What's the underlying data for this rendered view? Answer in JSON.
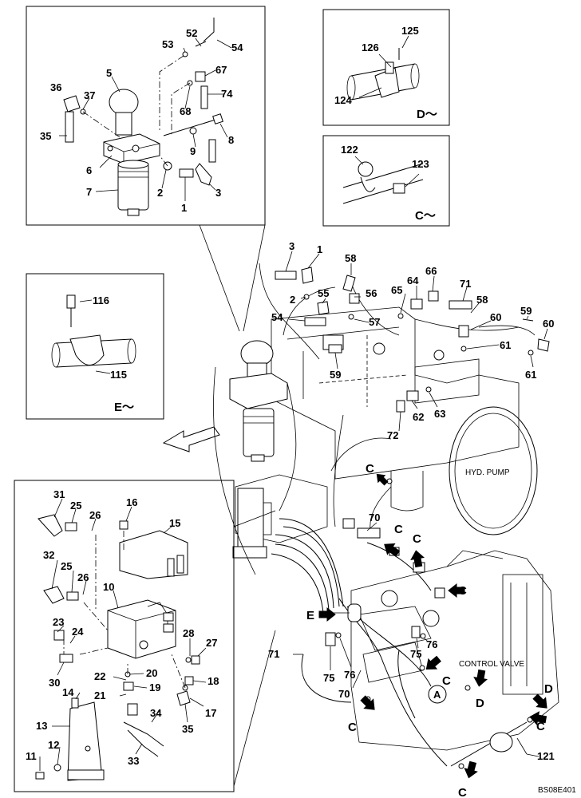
{
  "labels": {
    "hyd_pump": "HYD. PUMP",
    "control_valve": "CONTROL VALVE",
    "code": "BS08E401",
    "view_d": "D～",
    "view_c": "C～",
    "view_e": "E～",
    "mark_a": "A",
    "mark_e": "E",
    "mark_c": "C",
    "mark_d": "D"
  },
  "parts": {
    "p1": "1",
    "p2": "2",
    "p3": "3",
    "p5": "5",
    "p6": "6",
    "p7": "7",
    "p8": "8",
    "p9": "9",
    "p10": "10",
    "p11": "11",
    "p12": "12",
    "p13": "13",
    "p14": "14",
    "p15": "15",
    "p16": "16",
    "p17": "17",
    "p18": "18",
    "p19": "19",
    "p20": "20",
    "p21": "21",
    "p22": "22",
    "p23": "23",
    "p24": "24",
    "p25": "25",
    "p26": "26",
    "p27": "27",
    "p28": "28",
    "p30": "30",
    "p31": "31",
    "p32": "32",
    "p33": "33",
    "p34": "34",
    "p35": "35",
    "p36": "36",
    "p37": "37",
    "p52": "52",
    "p53": "53",
    "p54": "54",
    "p55": "55",
    "p56": "56",
    "p57": "57",
    "p58": "58",
    "p59": "59",
    "p60": "60",
    "p61": "61",
    "p62": "62",
    "p63": "63",
    "p64": "64",
    "p65": "65",
    "p66": "66",
    "p67": "67",
    "p68": "68",
    "p70": "70",
    "p71": "71",
    "p72": "72",
    "p74": "74",
    "p75": "75",
    "p76": "76",
    "p115": "115",
    "p116": "116",
    "p121": "121",
    "p122": "122",
    "p123": "123",
    "p124": "124",
    "p125": "125",
    "p126": "126"
  }
}
